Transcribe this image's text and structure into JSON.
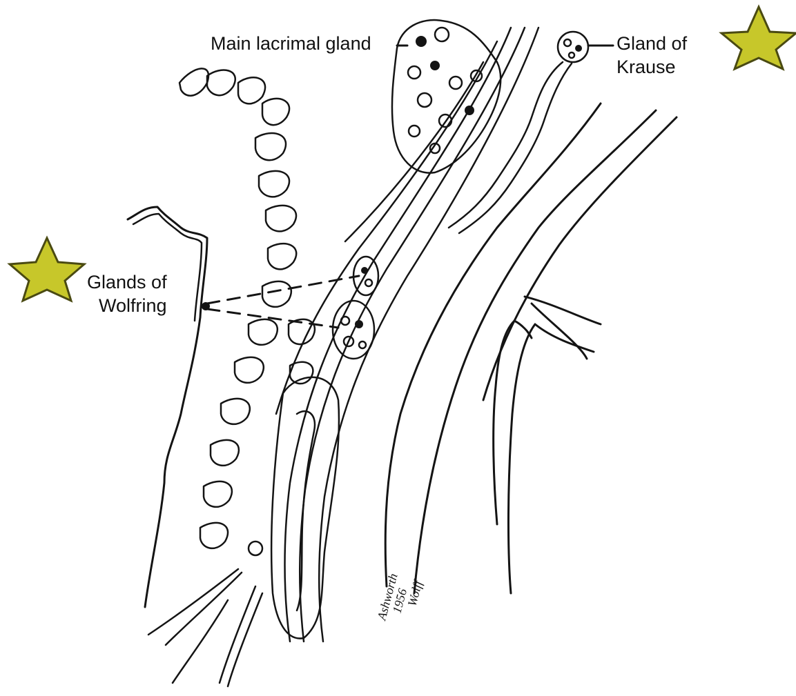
{
  "labels": {
    "main_lacrimal_gland": "Main lacrimal gland",
    "gland_of_krause": [
      "Gland of",
      "Krause"
    ],
    "glands_of_wolfring": [
      "Glands of",
      "Wolfring"
    ]
  },
  "artist_signature": "Ashworth 1956 Wolff",
  "colors": {
    "star_fill": "#c7c72a",
    "star_stroke": "#4a4a12",
    "ink": "#141414",
    "background": "#ffffff"
  },
  "icons": {
    "marker": "star-icon"
  }
}
